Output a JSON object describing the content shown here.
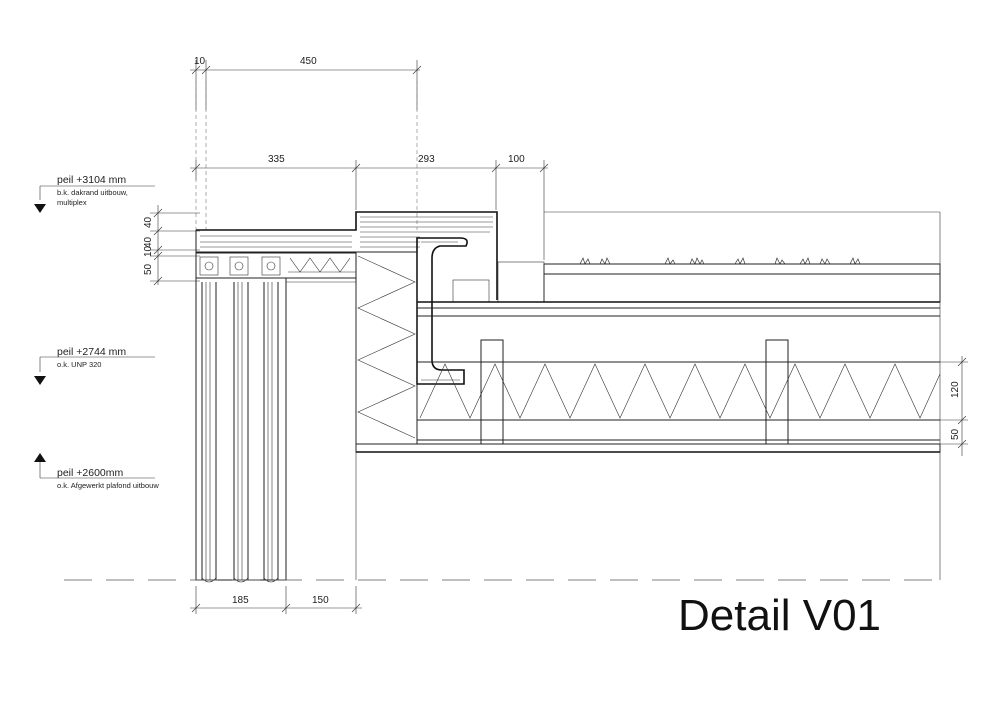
{
  "title": "Detail V01",
  "levels": [
    {
      "label": "peil +3104 mm",
      "sub1": "b.k. dakrand uitbouw,",
      "sub2": "multiplex",
      "arrow": "down"
    },
    {
      "label": "peil +2744 mm",
      "sub1": "o.k. UNP 320",
      "sub2": "",
      "arrow": "down"
    },
    {
      "label": "peil +2600mm",
      "sub1": "o.k. Afgewerkt plafond uitbouw",
      "sub2": "",
      "arrow": "up"
    }
  ],
  "dimensions": {
    "top_row": [
      "10",
      "450"
    ],
    "second_row": [
      "335",
      "293",
      "100"
    ],
    "left_stack": [
      "40",
      "40",
      "10",
      "50"
    ],
    "right_stack": [
      "120",
      "50"
    ],
    "bottom_row": [
      "185",
      "150"
    ]
  },
  "icons": {
    "level_marker": "triangle-arrow-icon"
  }
}
